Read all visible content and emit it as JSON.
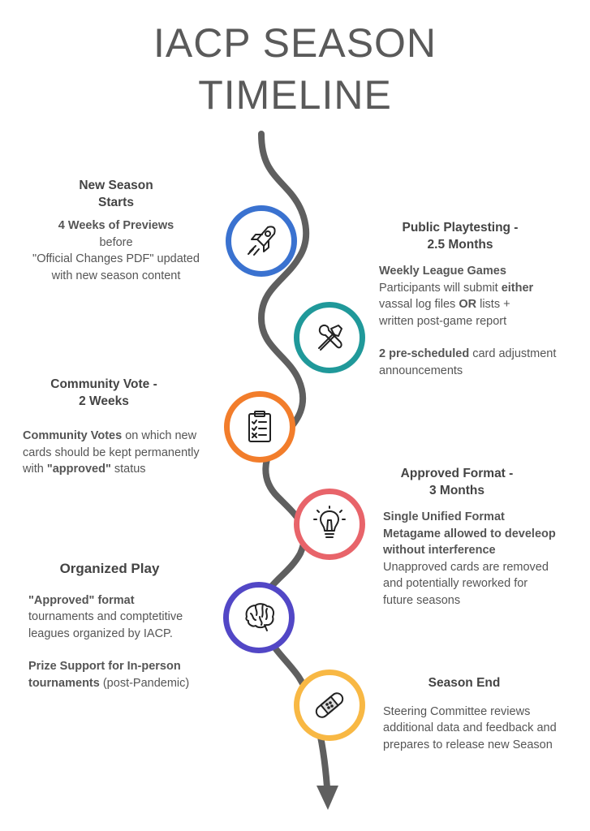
{
  "title": {
    "line1": "IACP SEASON",
    "line2": "TIMELINE"
  },
  "colors": {
    "blue": "#3a72d0",
    "teal": "#20999a",
    "orange": "#f27d2b",
    "red": "#e8646a",
    "purple": "#5247c6",
    "yellow": "#f8b844",
    "line": "#5f5f5f"
  },
  "stages": {
    "new_season": {
      "heading1": "New Season",
      "heading2": "Starts",
      "l1": "4 Weeks of Previews",
      "l2": "before",
      "l3": "\"Official Changes PDF\" updated",
      "l4": "with new season content",
      "icon": "rocket-icon"
    },
    "playtesting": {
      "heading1": "Public Playtesting -",
      "heading2": "2.5 Months",
      "l1": "Weekly League Games",
      "l2a": "Participants will submit ",
      "l2b": "either",
      "l3a": "vassal log files ",
      "l3b": "OR",
      "l3c": " lists +",
      "l4": "written post-game report",
      "l5a": "2 pre-scheduled",
      "l5b": " card adjustment",
      "l6": "announcements",
      "icon": "tools-icon"
    },
    "vote": {
      "heading1": "Community Vote -",
      "heading2": "2 Weeks",
      "l1a": "Community Votes",
      "l1b": " on which new",
      "l2": "cards should be kept permanently",
      "l3a": "with ",
      "l3b": "\"approved\"",
      "l3c": " status",
      "icon": "clipboard-icon"
    },
    "approved": {
      "heading1": "Approved Format -",
      "heading2": "3 Months",
      "l1": "Single Unified Format",
      "l2": "Metagame allowed to develeop",
      "l3": "without interference",
      "l4": "Unapproved cards are removed",
      "l5": "and potentially reworked for",
      "l6": "future seasons",
      "icon": "lightbulb-icon"
    },
    "organized": {
      "heading": "Organized Play",
      "l1": "\"Approved\" format",
      "l2": "tournaments and comptetitive",
      "l3": "leagues organized by IACP.",
      "l4": "Prize Support for In-person",
      "l5a": "tournaments",
      "l5b": " (post-Pandemic)",
      "icon": "brain-icon"
    },
    "season_end": {
      "heading": "Season End",
      "l1": "Steering Committee reviews",
      "l2": "additional data and feedback and",
      "l3": "prepares to release new Season",
      "icon": "bandage-icon"
    }
  }
}
